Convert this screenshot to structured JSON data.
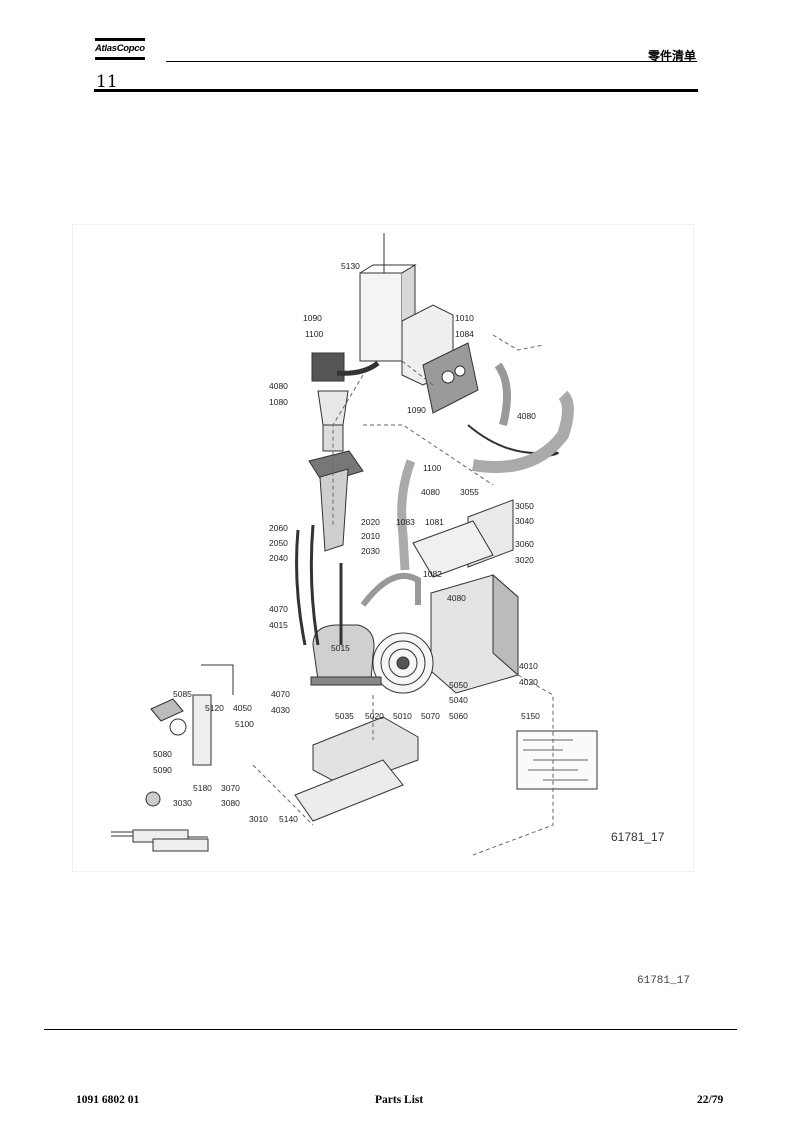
{
  "header": {
    "logo_text": "AtlasCopco",
    "title": "零件清单",
    "section_number": "11"
  },
  "figure": {
    "drawing_id": "61781_17",
    "callouts": [
      "5130",
      "1090",
      "1010",
      "1100",
      "1084",
      "4080",
      "1080",
      "1090",
      "4080",
      "1100",
      "4080",
      "3055",
      "3050",
      "3040",
      "2060",
      "2050",
      "2040",
      "2020",
      "2010",
      "2030",
      "1083",
      "1081",
      "1082",
      "3060",
      "3020",
      "4070",
      "4015",
      "4080",
      "5015",
      "4010",
      "4020",
      "5050",
      "5040",
      "5070",
      "5060",
      "5085",
      "5120",
      "4050",
      "5100",
      "4070",
      "4030",
      "5035",
      "5020",
      "5010",
      "5080",
      "5090",
      "5180",
      "3070",
      "3080",
      "3030",
      "3010",
      "5140",
      "5150"
    ]
  },
  "caption_reference": "61781_17",
  "footer": {
    "doc_number": "1091 6802 01",
    "doc_type": "Parts List",
    "page": "22/79"
  }
}
